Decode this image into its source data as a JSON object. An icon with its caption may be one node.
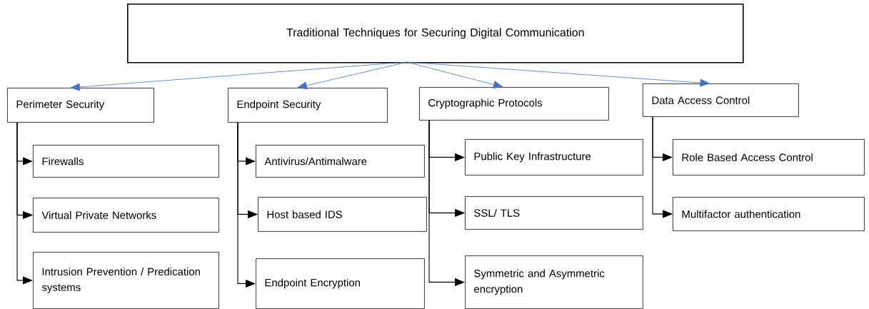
{
  "diagram": {
    "nodes": [
      {
        "text": [
          "Traditional Techniques for Securing Digital Communication"
        ]
      },
      {
        "text": [
          "Perimeter Security"
        ]
      },
      {
        "text": [
          "Endpoint Security"
        ]
      },
      {
        "text": [
          "Cryptographic Protocols"
        ]
      },
      {
        "text": [
          "Data Access Control"
        ]
      },
      {
        "text": [
          "Firewalls"
        ]
      },
      {
        "text": [
          "Virtual Private Networks"
        ]
      },
      {
        "text": [
          "Intrusion Prevention / Predication systems"
        ]
      },
      {
        "text": [
          "Antivirus/Antimalware"
        ]
      },
      {
        "text": [
          "Host based IDS"
        ]
      },
      {
        "text": [
          "Endpoint Encryption"
        ]
      },
      {
        "text": [
          "Public Key Infrastructure"
        ]
      },
      {
        "text": [
          "SSL/ TLS"
        ]
      },
      {
        "text": [
          "Symmetric and Asymmetric encryption"
        ]
      },
      {
        "text": [
          "Role Based Access Control"
        ]
      },
      {
        "text": [
          "Multifactor authentication"
        ]
      }
    ],
    "edges": [
      {
        "from": 0,
        "to": 1,
        "arrow": "to",
        "color": "#4472c4"
      },
      {
        "from": 0,
        "to": 2,
        "arrow": "to",
        "color": "#4472c4"
      },
      {
        "from": 0,
        "to": 3,
        "arrow": "to",
        "color": "#4472c4"
      },
      {
        "from": 0,
        "to": 4,
        "arrow": "to",
        "color": "#4472c4"
      },
      {
        "from": 1,
        "to": 5,
        "arrow": "to"
      },
      {
        "from": 1,
        "to": 6,
        "arrow": "to"
      },
      {
        "from": 1,
        "to": 7,
        "arrow": "to"
      },
      {
        "from": 2,
        "to": 8,
        "arrow": "to"
      },
      {
        "from": 2,
        "to": 9,
        "arrow": "to"
      },
      {
        "from": 2,
        "to": 10,
        "arrow": "to"
      },
      {
        "from": 3,
        "to": 11,
        "arrow": "to"
      },
      {
        "from": 3,
        "to": 12,
        "arrow": "to"
      },
      {
        "from": 3,
        "to": 13,
        "arrow": "to"
      },
      {
        "from": 4,
        "to": 14,
        "arrow": "to"
      },
      {
        "from": 4,
        "to": 15,
        "arrow": "to"
      }
    ]
  }
}
